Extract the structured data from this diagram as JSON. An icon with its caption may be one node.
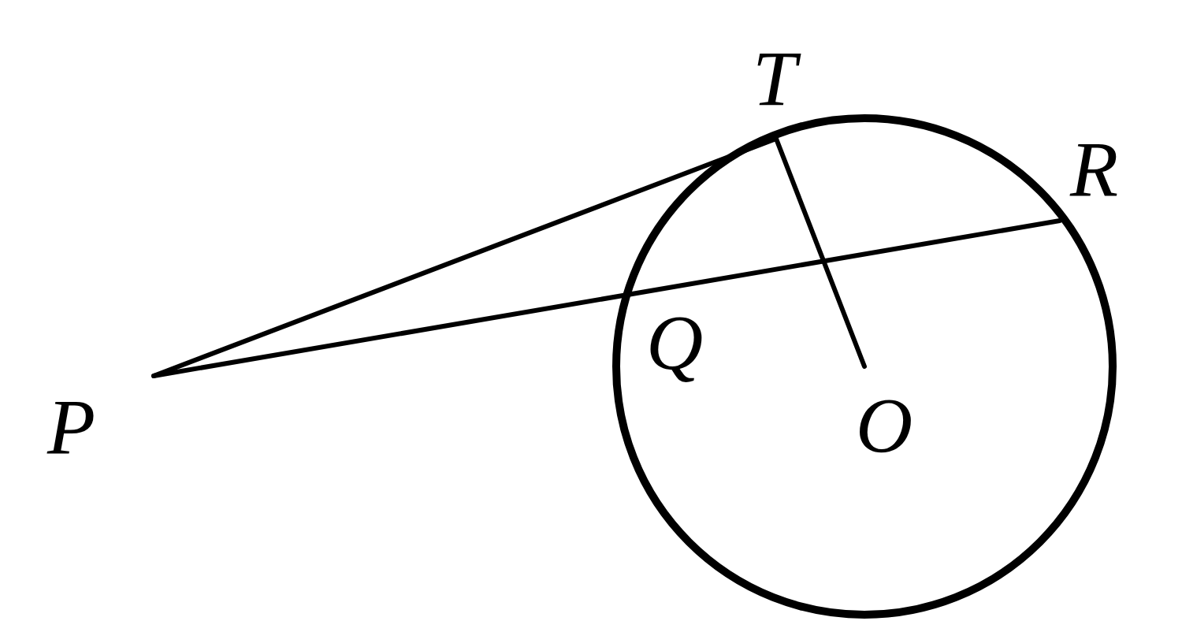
{
  "diagram": {
    "nodes": [
      {
        "text": [],
        "shape": "circle"
      },
      {
        "text": [
          "P"
        ]
      },
      {
        "text": [
          "T"
        ]
      },
      {
        "text": [
          "R"
        ]
      },
      {
        "text": [
          "Q"
        ],
        "in": 0
      },
      {
        "text": [
          "O"
        ],
        "in": 0
      }
    ],
    "edges": [
      {
        "from": 1,
        "to": 2,
        "arrow": "none"
      },
      {
        "from": 1,
        "to": 3,
        "arrow": "none"
      },
      {
        "from": 2,
        "to": 5,
        "arrow": "none"
      }
    ]
  }
}
